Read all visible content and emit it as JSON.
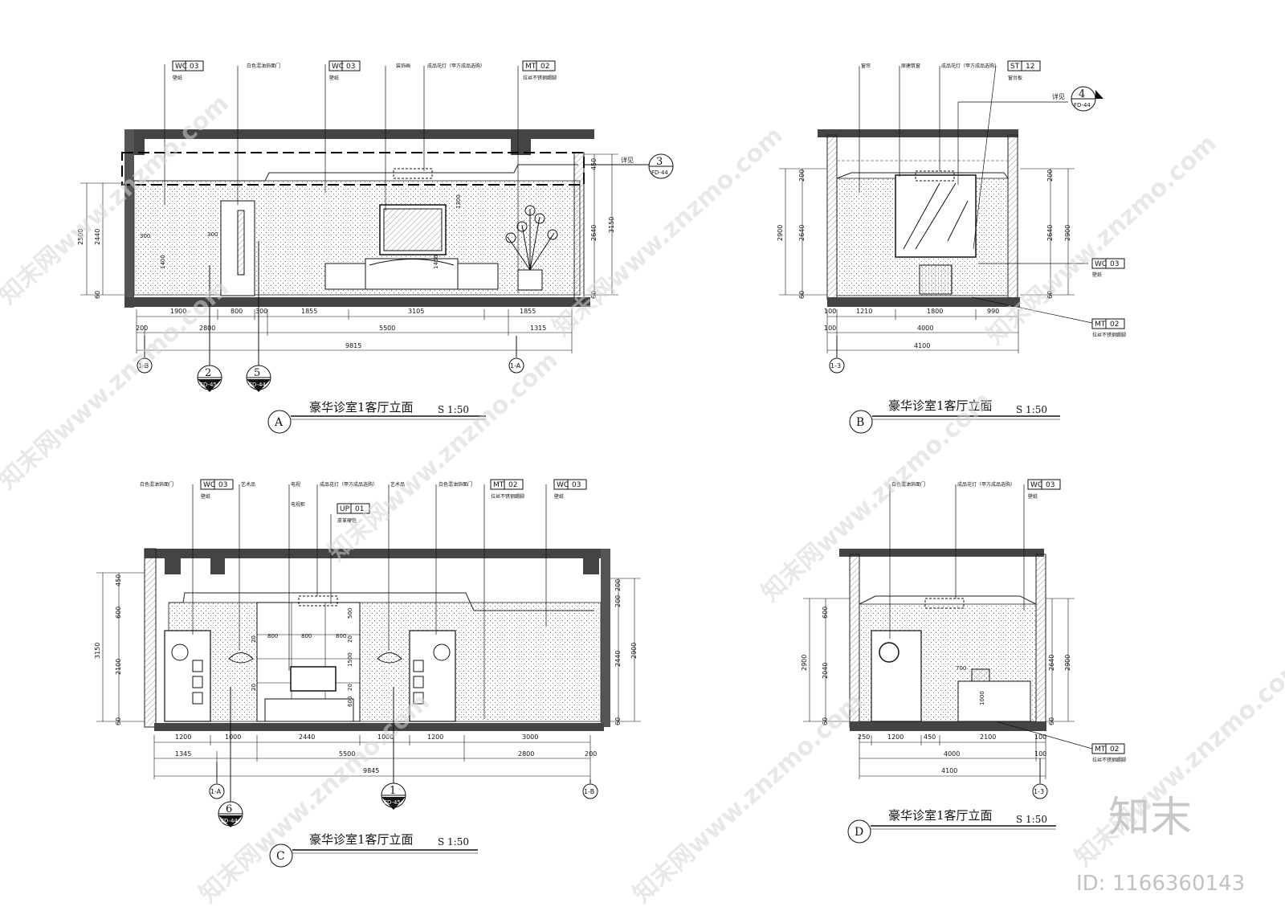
{
  "panels": {
    "A": {
      "letter": "A",
      "title": "豪华诊室1客厅立面",
      "scale": "S 1:50",
      "tags": {
        "wc03_1": {
          "code": "WC",
          "num": "03",
          "note": "壁纸"
        },
        "door_note": "白色混油饰面门",
        "wc03_2": {
          "code": "WC",
          "num": "03",
          "note": "壁纸"
        },
        "deco_note": "装饰画",
        "lamp_note": "成品花灯（甲方成品选购）",
        "mt02": {
          "code": "MT",
          "num": "02",
          "note": "拉丝不锈钢踢脚"
        }
      },
      "detail_ref": {
        "text": "详见",
        "num": "3",
        "sheet": "FD-44"
      },
      "dims_top_row": [
        "1900",
        "800",
        "300",
        "1855",
        "3105",
        "1855"
      ],
      "dims_mid_row": [
        "200",
        "2800",
        "5500",
        "1315"
      ],
      "dims_total": "9815",
      "dims_left": [
        "2500",
        "2440",
        "60"
      ],
      "dims_right": [
        "450",
        "2640",
        "3150",
        "60"
      ],
      "dims_inner": [
        "300",
        "300",
        "1400",
        "1300",
        "1400"
      ],
      "axes": [
        "1-B",
        "1-A"
      ],
      "section_marks": [
        {
          "num": "2",
          "sheet": "FD-45"
        },
        {
          "num": "5",
          "sheet": "FD-44"
        }
      ]
    },
    "B": {
      "letter": "B",
      "title": "豪华诊室1客厅立面",
      "scale": "S 1:50",
      "tags": {
        "curtain_note": "窗帘",
        "window_note": "原建筑窗",
        "lamp_note": "成品花灯（甲方成品选购）",
        "st12": {
          "code": "ST",
          "num": "12",
          "note": "窗台板"
        },
        "wc03": {
          "code": "WC",
          "num": "03",
          "note": "壁纸"
        },
        "mt02": {
          "code": "MT",
          "num": "02",
          "note": "拉丝不锈钢踢脚"
        }
      },
      "detail_ref": {
        "text": "详见",
        "num": "4",
        "sheet": "FD-44"
      },
      "dims_top_row": [
        "100",
        "1210",
        "1800",
        "990"
      ],
      "dims_mid_row": [
        "100",
        "4000"
      ],
      "dims_total": "4100",
      "dims_left": [
        "200",
        "2900",
        "2640",
        "60"
      ],
      "dims_right": [
        "200",
        "2640",
        "2900",
        "60"
      ],
      "axes": [
        "1-3"
      ]
    },
    "C": {
      "letter": "C",
      "title": "豪华诊室1客厅立面",
      "scale": "S 1:50",
      "tags": {
        "door_note": "白色混油饰面门",
        "wc03_1": {
          "code": "WC",
          "num": "03",
          "note": "壁纸"
        },
        "art_note": "艺术品",
        "tv_note": "电视",
        "lamp_note": "成品花灯（甲方成品选购）",
        "tvcab_note": "电视柜",
        "up01": {
          "code": "UP",
          "num": "01",
          "note": "皮革硬包"
        },
        "art_note2": "艺术品",
        "door_note2": "白色混油饰面门",
        "mt02": {
          "code": "MT",
          "num": "02",
          "note": "拉丝不锈钢踢脚"
        },
        "wc03_2": {
          "code": "WC",
          "num": "03",
          "note": "壁纸"
        }
      },
      "dims_top_row": [
        "1200",
        "1000",
        "2440",
        "1000",
        "1200",
        "3000"
      ],
      "dims_mid_row": [
        "1345",
        "5500",
        "2800",
        "200"
      ],
      "dims_total": "9845",
      "dims_left": [
        "450",
        "600",
        "3150",
        "2100",
        "60"
      ],
      "dims_right": [
        "200",
        "200",
        "2440",
        "2900",
        "60"
      ],
      "dims_inner": [
        "800",
        "800",
        "800",
        "500",
        "1500",
        "600",
        "20",
        "20",
        "20",
        "20"
      ],
      "axes": [
        "1-A",
        "1-B"
      ],
      "section_marks": [
        {
          "num": "6",
          "sheet": "FD-44"
        },
        {
          "num": "1",
          "sheet": "FD-45"
        }
      ]
    },
    "D": {
      "letter": "D",
      "title": "豪华诊室1客厅立面",
      "scale": "S 1:50",
      "tags": {
        "door_note": "白色混油饰面门",
        "lamp_note": "成品花灯（甲方成品选购）",
        "wc03": {
          "code": "WC",
          "num": "03",
          "note": "壁纸"
        },
        "mt02": {
          "code": "MT",
          "num": "02",
          "note": "拉丝不锈钢踢脚"
        }
      },
      "dims_top_row": [
        "250",
        "1200",
        "450",
        "2100",
        "100"
      ],
      "dims_mid_row": [
        "4000",
        "100"
      ],
      "dims_total": "4100",
      "dims_left": [
        "600",
        "2900",
        "2040",
        "60"
      ],
      "dims_right": [
        "2640",
        "2900",
        "60"
      ],
      "dims_inner": [
        "700",
        "1000"
      ],
      "axes": [
        "1-3"
      ]
    }
  },
  "watermarks": {
    "text": "知末网www.znzmo.com",
    "brand": "知末",
    "id": "ID: 1166360143"
  }
}
